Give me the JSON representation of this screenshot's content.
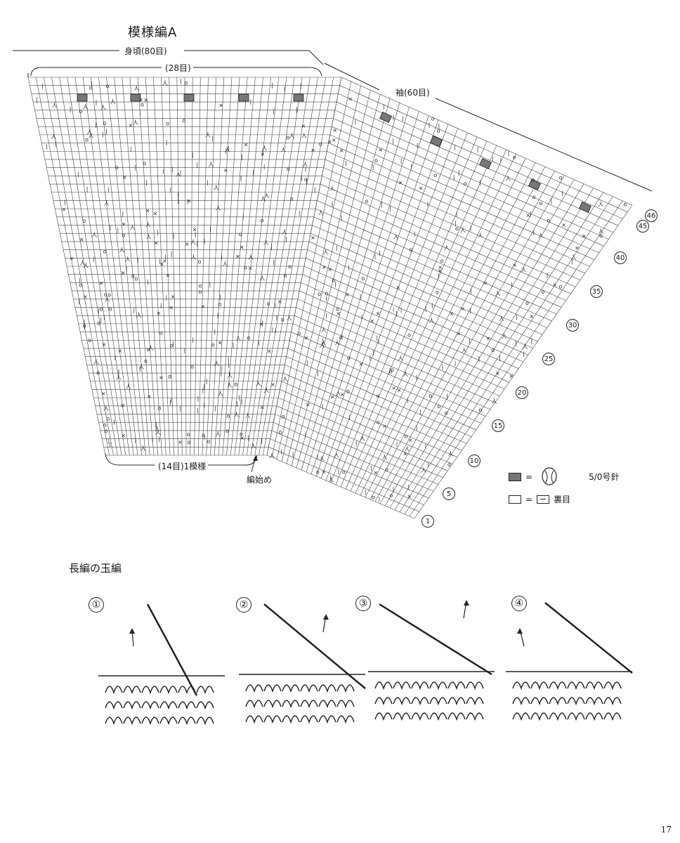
{
  "chart": {
    "title": "模様編A",
    "body_label": "身頃(80目)",
    "inner_label": "(28目)",
    "sleeve_label": "袖(60目)",
    "repeat_label": "(14目)1模様",
    "start_label": "編始め",
    "row_numbers": [
      "46",
      "45",
      "40",
      "35",
      "30",
      "25",
      "20",
      "15",
      "10",
      "5",
      "1"
    ]
  },
  "legend": {
    "item1_eq": "=",
    "item1_text": "5/0号針",
    "item2_eq": "=",
    "item2_text": "裏目"
  },
  "section": {
    "title": "長編の玉編",
    "steps": [
      "①",
      "②",
      "③",
      "④"
    ]
  },
  "page_number": "17"
}
